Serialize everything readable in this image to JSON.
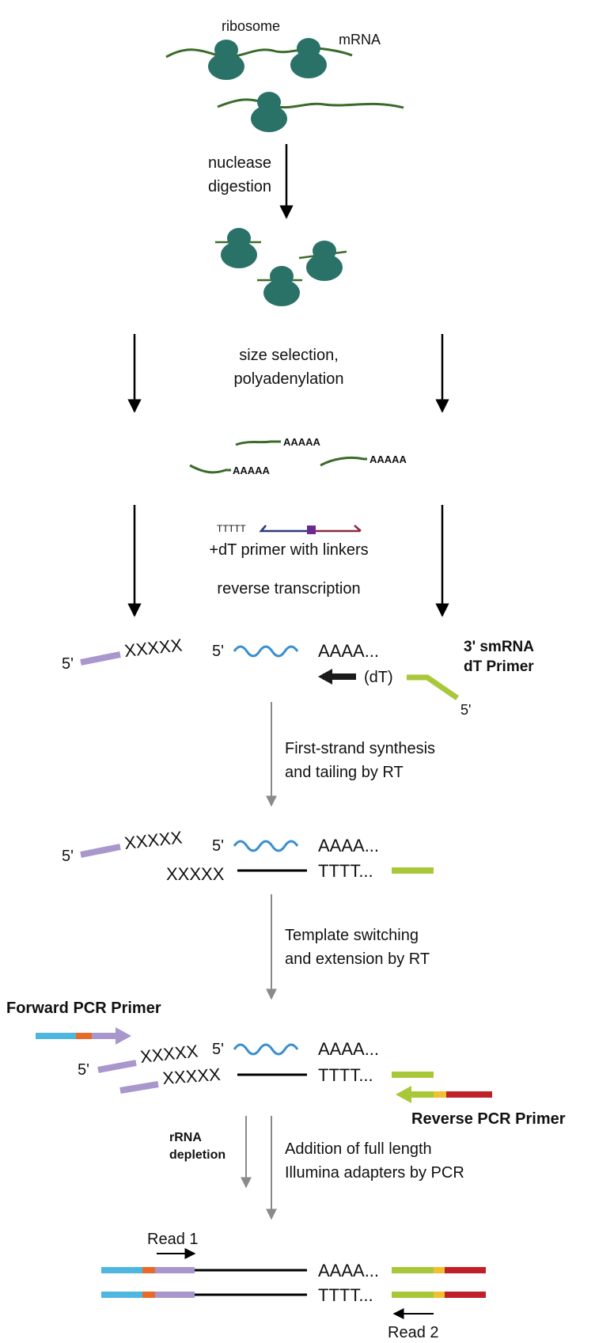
{
  "labels": {
    "ribosome": "ribosome",
    "mrna": "mRNA",
    "nuclease_1": "nuclease",
    "nuclease_2": "digestion",
    "size_1": "size selection,",
    "size_2": "polyadenylation",
    "polya": "AAAAA",
    "polyt": "TTTTT",
    "dt_primer": "+dT primer with linkers",
    "rt": "reverse transcription",
    "five_prime": "5'",
    "xxxxx": "XXXXX",
    "aaaa": "AAAA...",
    "tttt": "TTTT...",
    "dt": "(dT)",
    "smrna_1": "3' smRNA",
    "smrna_2": "dT Primer",
    "first_1": "First-strand synthesis",
    "first_2": "and tailing by RT",
    "template_1": "Template switching",
    "template_2": "and extension by RT",
    "forward_primer": "Forward PCR Primer",
    "reverse_primer": "Reverse PCR Primer",
    "rrna_1": "rRNA",
    "rrna_2": "depletion",
    "addition_1": "Addition of full length",
    "addition_2": "Illumina adapters by PCR",
    "read1": "Read 1",
    "read2": "Read 2"
  },
  "colors": {
    "ribosome": "#2a7268",
    "mrna_strand": "#3a6b2a",
    "label_teal": "#2a7e80",
    "label_green": "#3a7a3a",
    "polya_text": "#2a3a7a",
    "wave_blue": "#3a8fcf",
    "lilac": "#a896cc",
    "lime": "#a8c83a",
    "cyan": "#4fb6e0",
    "orange": "#e86a2a",
    "yellow": "#f0c030",
    "red": "#c0202a",
    "linker_navy": "#2a3a7a",
    "linker_maroon": "#8a2a40",
    "linker_purple": "#6a2a90",
    "arrow_gray": "#8a8a8a"
  }
}
